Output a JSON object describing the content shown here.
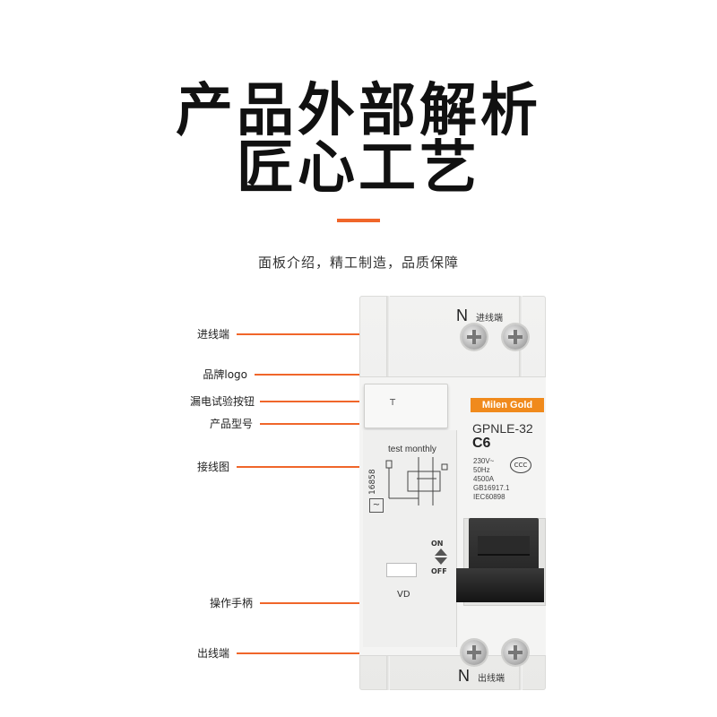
{
  "header": {
    "title_line1": "产品外部解析",
    "title_line2": "匠心工艺",
    "subtitle": "面板介绍，精工制造，品质保障"
  },
  "colors": {
    "accent": "#f0662a",
    "brand_badge": "#f08a1c"
  },
  "callouts": [
    {
      "label": "进线端"
    },
    {
      "label": "品牌logo"
    },
    {
      "label": "漏电试验按钮"
    },
    {
      "label": "产品型号"
    },
    {
      "label": "接线图"
    },
    {
      "label": "操作手柄"
    },
    {
      "label": "出线端"
    }
  ],
  "device": {
    "top_terminal_mark": "N",
    "top_terminal_text": "进线端",
    "bottom_terminal_mark": "N",
    "bottom_terminal_text": "出线端",
    "brand_logo": "Milen Gold",
    "model": "GPNLE-32",
    "rating": "C6",
    "specs": [
      "230V~",
      "50Hz",
      "4500A",
      "GB16917.1",
      "IEC60898"
    ],
    "cert_mark": "CCC",
    "test_monthly": "test monthly",
    "serial": "16858",
    "on_label": "ON",
    "off_label": "OFF",
    "vd_label": "VD",
    "test_button_glyph": "T"
  }
}
